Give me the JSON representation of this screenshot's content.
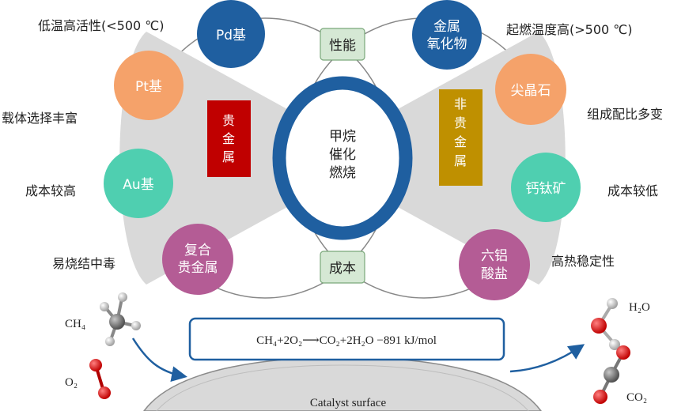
{
  "center": {
    "line1": "甲烷",
    "line2": "催化",
    "line3": "燃烧"
  },
  "top_box": "性能",
  "bottom_box": "成本",
  "left_group": {
    "line1": "贵",
    "line2": "金",
    "line3": "属"
  },
  "right_group": {
    "line1": "非",
    "line2": "贵",
    "line3": "金",
    "line4": "属"
  },
  "left_nodes": {
    "pd": "Pd基",
    "pt": "Pt基",
    "au": "Au基",
    "composite_line1": "复合",
    "composite_line2": "贵金属"
  },
  "right_nodes": {
    "oxide_line1": "金属",
    "oxide_line2": "氧化物",
    "spinel": "尖晶石",
    "perovskite": "钙钛矿",
    "hexa_line1": "六铝",
    "hexa_line2": "酸盐"
  },
  "left_labels": {
    "low_temp": "低温高活性(<500 ℃)",
    "support": "载体选择丰富",
    "high_cost": "成本较高",
    "poison": "易烧结中毒"
  },
  "right_labels": {
    "high_temp": "起燃温度高(>500 ℃)",
    "composition": "组成配比多变",
    "low_cost": "成本较低",
    "stable": "高热稳定性"
  },
  "reaction": {
    "equation": "CH₄+2O₂⟶CO₂+2H₂O −891 kJ/mol",
    "reactant1": "CH₄",
    "reactant2": "O₂",
    "product1": "H₂O",
    "product2": "CO₂",
    "surface": "Catalyst surface"
  },
  "colors": {
    "dark_blue": "#1f5fa0",
    "orange": "#f5a26a",
    "teal": "#4fcfb0",
    "mauve": "#b45c95",
    "dark_red": "#c00000",
    "gold": "#bf9000",
    "light_green": "#d5e8d4",
    "gray": "#d9d9d9"
  }
}
